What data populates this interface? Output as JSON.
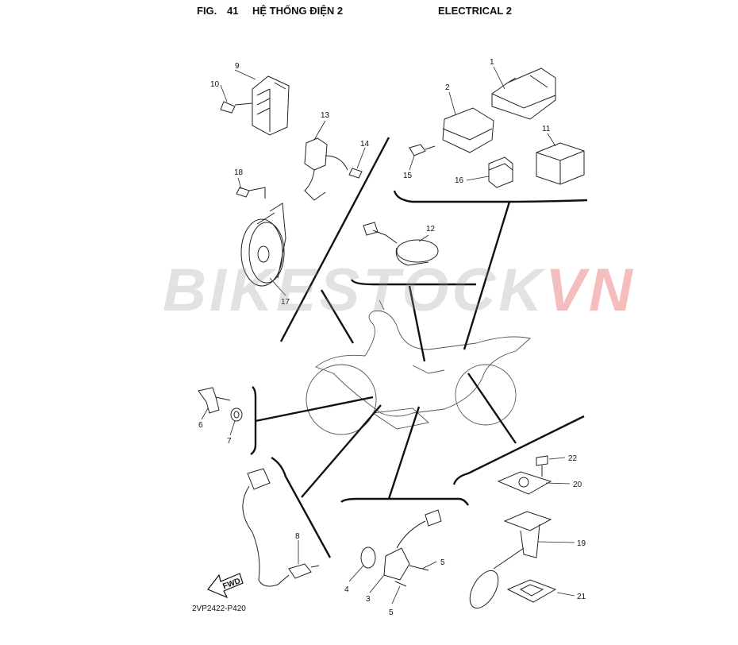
{
  "header": {
    "fig_label": "FIG.",
    "fig_number": "41",
    "title_vn": "HỆ THỐNG ĐIỆN 2",
    "title_en": "ELECTRICAL 2"
  },
  "watermark": {
    "main": "BIKESTOCK",
    "accent": "VN"
  },
  "part_code": "2VP2422-P420",
  "fwd_label": "FWD",
  "callouts": [
    "1",
    "2",
    "3",
    "4",
    "5",
    "5",
    "6",
    "7",
    "8",
    "9",
    "10",
    "11",
    "12",
    "13",
    "14",
    "15",
    "16",
    "17",
    "18",
    "19",
    "20",
    "21",
    "22"
  ]
}
